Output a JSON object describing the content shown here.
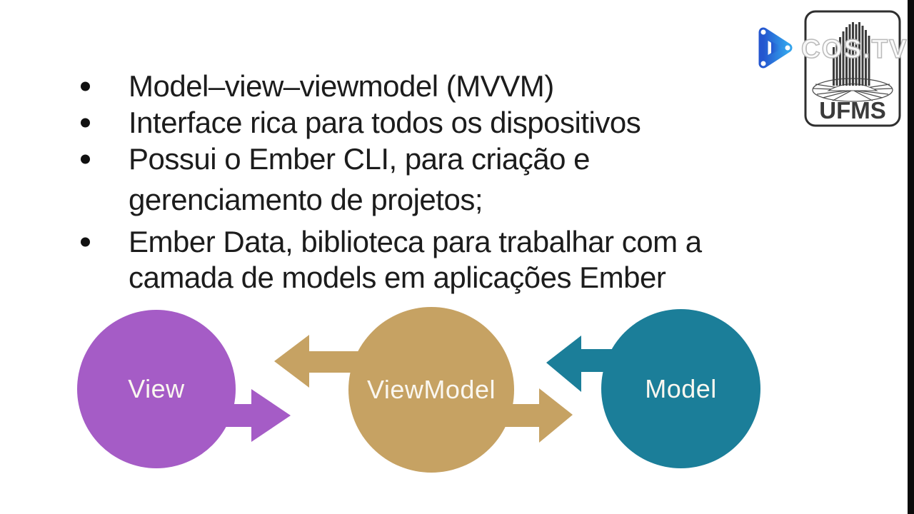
{
  "slide": {
    "lines": [
      "Model–view–viewmodel (MVVM)",
      "Interface rica para todos os dispositivos",
      "Possui o Ember CLI, para criação e",
      "gerenciamento de projetos;",
      "Ember Data, biblioteca para trabalhar com a",
      "camada de models em aplicações Ember"
    ]
  },
  "diagram": {
    "nodes": [
      {
        "id": "view",
        "label": "View",
        "color": "#a55cc6"
      },
      {
        "id": "viewmodel",
        "label": "ViewModel",
        "color": "#c6a263"
      },
      {
        "id": "model",
        "label": "Model",
        "color": "#1b7e99"
      }
    ],
    "label_color": "#faf7f0"
  },
  "watermark": {
    "brand": "COS.TV",
    "icon": "play-icon",
    "accent_start": "#2456cf",
    "accent_end": "#33a3ec"
  },
  "logo": {
    "text": "UFMS",
    "ink": "#3a3a3a"
  }
}
